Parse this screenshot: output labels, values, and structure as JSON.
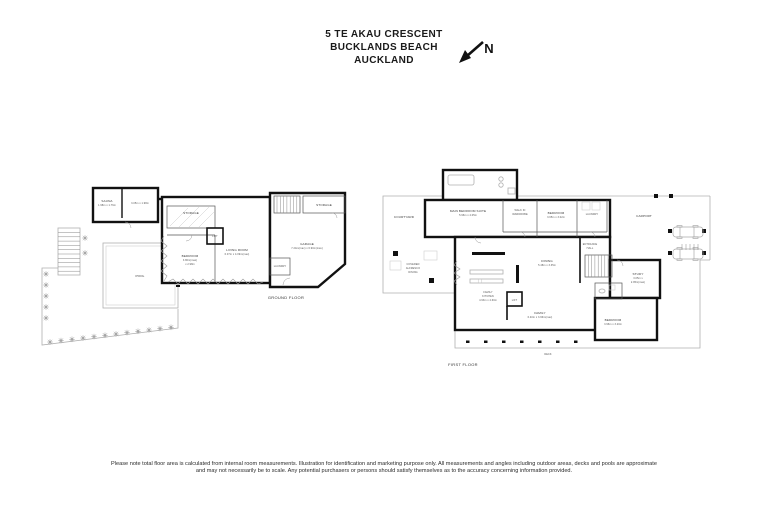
{
  "header": {
    "address_lines": [
      "5 TE AKAU CRESCENT",
      "BUCKLANDS BEACH",
      "AUCKLAND"
    ],
    "north_label": "N"
  },
  "ground_floor": {
    "floor_label": "GROUND FLOOR",
    "sauna": {
      "name": "SAUNA",
      "dims": "1.98m x 1.76m"
    },
    "store": {
      "dims": "3.05m x 1.98m"
    },
    "storage_upper": {
      "name": "STORAGE"
    },
    "bedroom": {
      "name": "BEDROOM",
      "dims1": "3.80m(max)",
      "dims2": "x 2.98m"
    },
    "living_room": {
      "name": "LIVING ROOM",
      "dims": "6.07m x 4.09m(max)"
    },
    "lift": {
      "name": "LIFT"
    },
    "laundry": {
      "name": "LAUNDRY"
    },
    "storage_garage": {
      "name": "STORAGE"
    },
    "garage": {
      "name": "GARAGE",
      "dims": "7.24m(max) x 6.90m(max)"
    },
    "pool": {
      "name": "POOL"
    }
  },
  "first_floor": {
    "floor_label": "FIRST FLOOR",
    "courtyard": {
      "name": "COURTYARD"
    },
    "main_bedroom_suite": {
      "name": "MAIN BEDROOM SUITE",
      "dims": "5.96m x 4.05m"
    },
    "walk_in_wardrobe": {
      "line1": "WALK IN",
      "line2": "WARDROBE"
    },
    "bedroom_upper": {
      "name": "BEDROOM",
      "dims": "3.65m x 3.02m"
    },
    "laundry": {
      "name": "LAUNDRY"
    },
    "carport": {
      "name": "CARPORT"
    },
    "entrance_hall": {
      "line1": "ENTRANCE",
      "line2": "HALL"
    },
    "dining": {
      "name": "DINING",
      "dims": "5.48m x 3.35m"
    },
    "alfresco": {
      "line1": "COVERED",
      "line2": "ALFRESCO",
      "line3": "DINING"
    },
    "family_kitchen": {
      "line1": "FAMILY",
      "line2": "KITCHEN",
      "dims": "4.93m x 4.60m"
    },
    "lift": {
      "name": "LIFT"
    },
    "family": {
      "name": "FAMILY",
      "dims": "6.40m x 3.96m(max)"
    },
    "study": {
      "name": "STUDY",
      "dims1": "3.05m x",
      "dims2": "2.95m(max)"
    },
    "bedroom_lower": {
      "name": "BEDROOM",
      "dims": "3.96m x 3.20m"
    },
    "deck": {
      "name": "DECK"
    }
  },
  "disclaimer": "Please note total floor area is calculated from internal room measurements. Illustration for identification and marketing purpose only. All measurements and angles including outdoor areas, decks and pools are approximate and may not necessarily be to scale. Any potential purchasers or persons should satisfy themselves as to the accuracy concerning information provided.",
  "colors": {
    "wall": "#111111",
    "site_line": "#b0b0b0",
    "text": "#2a2a2a"
  }
}
